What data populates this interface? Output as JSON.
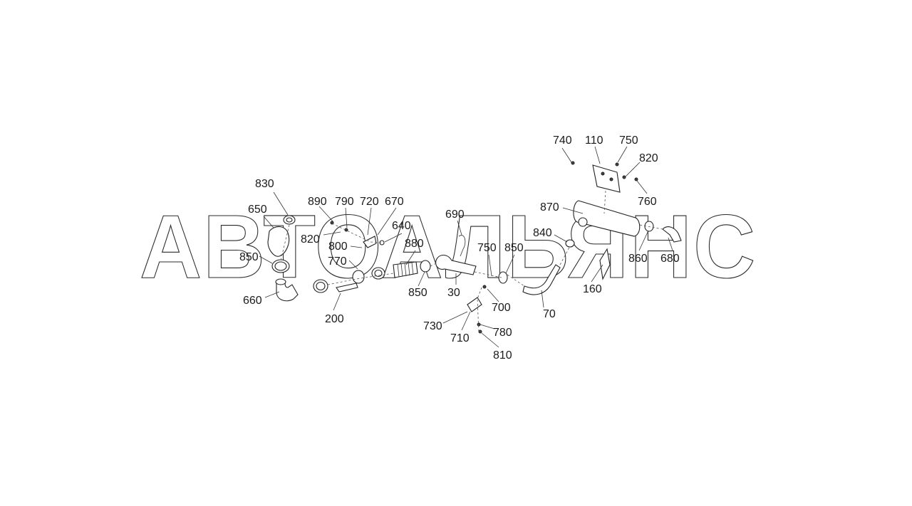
{
  "watermark": {
    "text": "АВТОАЛЬЯНС"
  },
  "callouts": [
    {
      "id": "740a",
      "text": "740"
    },
    {
      "id": "110",
      "text": "110"
    },
    {
      "id": "750a",
      "text": "750"
    },
    {
      "id": "820a",
      "text": "820"
    },
    {
      "id": "760",
      "text": "760"
    },
    {
      "id": "830",
      "text": "830"
    },
    {
      "id": "650",
      "text": "650"
    },
    {
      "id": "890",
      "text": "890"
    },
    {
      "id": "790",
      "text": "790"
    },
    {
      "id": "720",
      "text": "720"
    },
    {
      "id": "670",
      "text": "670"
    },
    {
      "id": "690",
      "text": "690"
    },
    {
      "id": "870",
      "text": "870"
    },
    {
      "id": "640",
      "text": "640"
    },
    {
      "id": "820b",
      "text": "820"
    },
    {
      "id": "840",
      "text": "840"
    },
    {
      "id": "800",
      "text": "800"
    },
    {
      "id": "880",
      "text": "880"
    },
    {
      "id": "750b",
      "text": "750"
    },
    {
      "id": "850a",
      "text": "850"
    },
    {
      "id": "850b",
      "text": "850"
    },
    {
      "id": "770",
      "text": "770"
    },
    {
      "id": "860",
      "text": "860"
    },
    {
      "id": "680",
      "text": "680"
    },
    {
      "id": "850c",
      "text": "850"
    },
    {
      "id": "30",
      "text": "30"
    },
    {
      "id": "160",
      "text": "160"
    },
    {
      "id": "660",
      "text": "660"
    },
    {
      "id": "700",
      "text": "700"
    },
    {
      "id": "70",
      "text": "70"
    },
    {
      "id": "200",
      "text": "200"
    },
    {
      "id": "730",
      "text": "730"
    },
    {
      "id": "780",
      "text": "780"
    },
    {
      "id": "710",
      "text": "710"
    },
    {
      "id": "810",
      "text": "810"
    }
  ]
}
